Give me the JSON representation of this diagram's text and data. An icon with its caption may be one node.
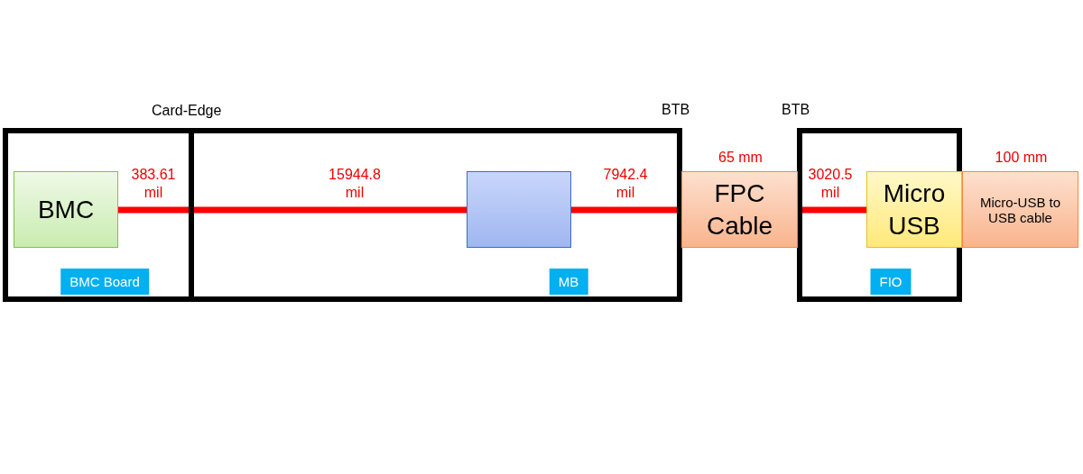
{
  "diagram": {
    "nodes": [
      {
        "text": [
          "BMC Board"
        ]
      },
      {
        "text": [
          "BMC"
        ],
        "in": 0
      },
      {
        "text": [
          "MB"
        ]
      },
      {
        "text": [],
        "shape": "box",
        "in": 2
      },
      {
        "text": [
          "FPC Cable"
        ],
        "beside": [
          "65 mm"
        ]
      },
      {
        "text": [
          "FIO"
        ]
      },
      {
        "text": [
          "Micro USB"
        ],
        "in": 5
      },
      {
        "text": [
          "Micro-USB to USB cable"
        ],
        "beside": [
          "100 mm"
        ]
      }
    ],
    "edges": [
      {
        "from": 1,
        "to": 3,
        "arrow": "none",
        "label": "383.61 mil"
      },
      {
        "from": 3,
        "to": 4,
        "arrow": "none",
        "label": "7942.4 mil"
      },
      {
        "from": 4,
        "to": 6,
        "arrow": "none",
        "label": "3020.5 mil"
      }
    ],
    "labels": [
      "Card-Edge",
      "BTB",
      "BTB",
      "15944.8 mil"
    ]
  }
}
